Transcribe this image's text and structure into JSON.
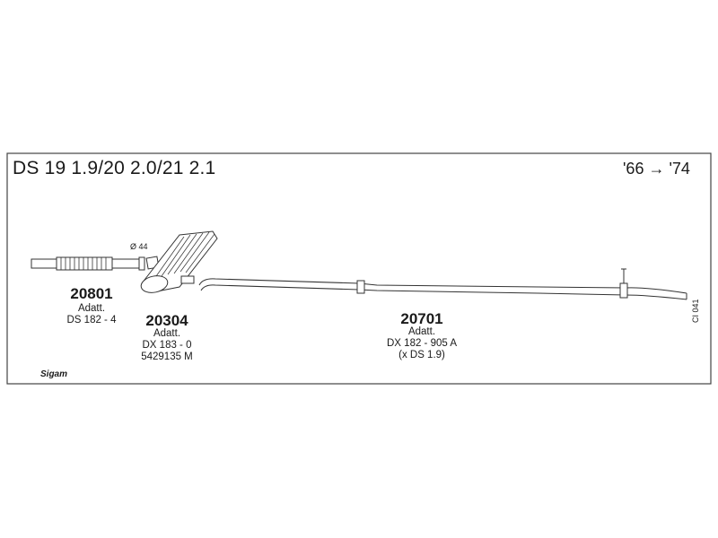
{
  "header": {
    "model": "DS 19 1.9/20 2.0/21 2.1",
    "years": "'66 → '74"
  },
  "parts": [
    {
      "number": "20801",
      "notes": [
        "Adatt.",
        "DS 182 - 4"
      ]
    },
    {
      "number": "20304",
      "notes": [
        "Adatt.",
        "DX 183 - 0",
        "5429135 M"
      ]
    },
    {
      "number": "20701",
      "notes": [
        "Adatt.",
        "DX 182 - 905 A",
        "(x DS 1.9)"
      ]
    }
  ],
  "diameter_label": "Ø 44",
  "catalog_code": "CI 041",
  "brand": "Sigam",
  "colors": {
    "line": "#333333",
    "fill": "#ffffff"
  }
}
